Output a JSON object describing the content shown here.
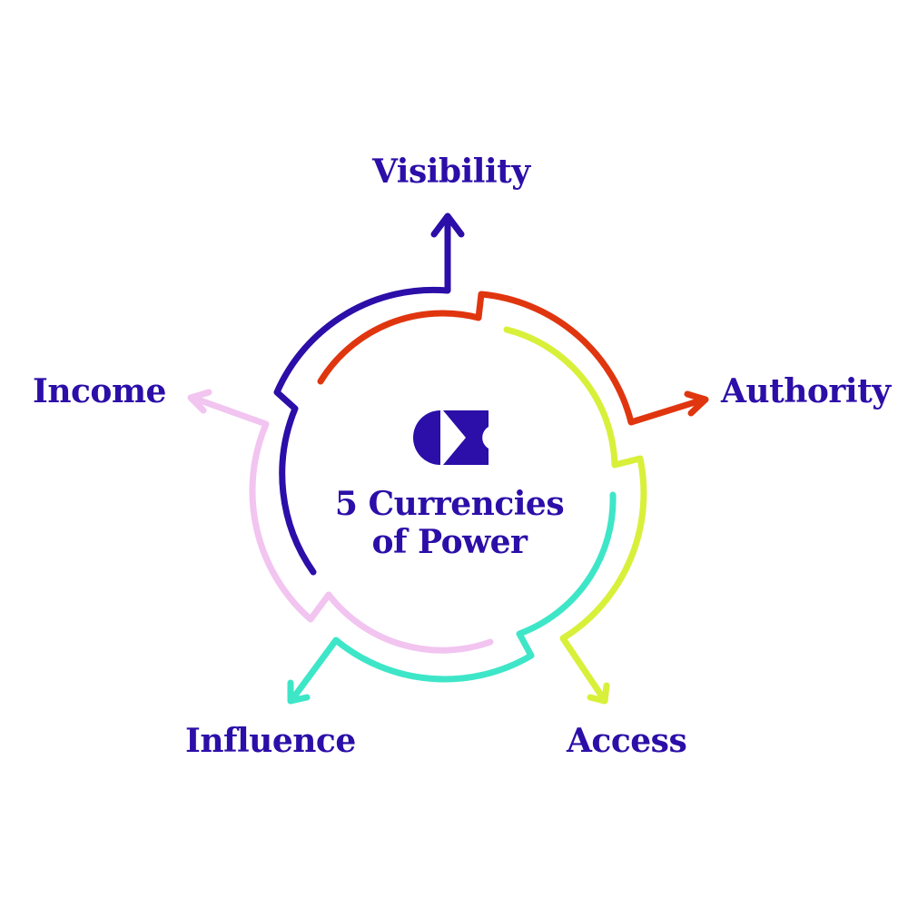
{
  "title": {
    "line1": "5 Currencies",
    "line2": "of Power"
  },
  "currencies": {
    "visibility": "Visibility",
    "authority": "Authority",
    "access": "Access",
    "influence": "Influence",
    "income": "Income"
  },
  "colors": {
    "visibility": "#2c0ea8",
    "authority": "#e0360f",
    "access": "#d8f03a",
    "influence": "#3ee6c8",
    "income": "#f2c4f0",
    "text": "#2c0ea8"
  },
  "logo": {
    "icon": "cx-logo-icon"
  }
}
